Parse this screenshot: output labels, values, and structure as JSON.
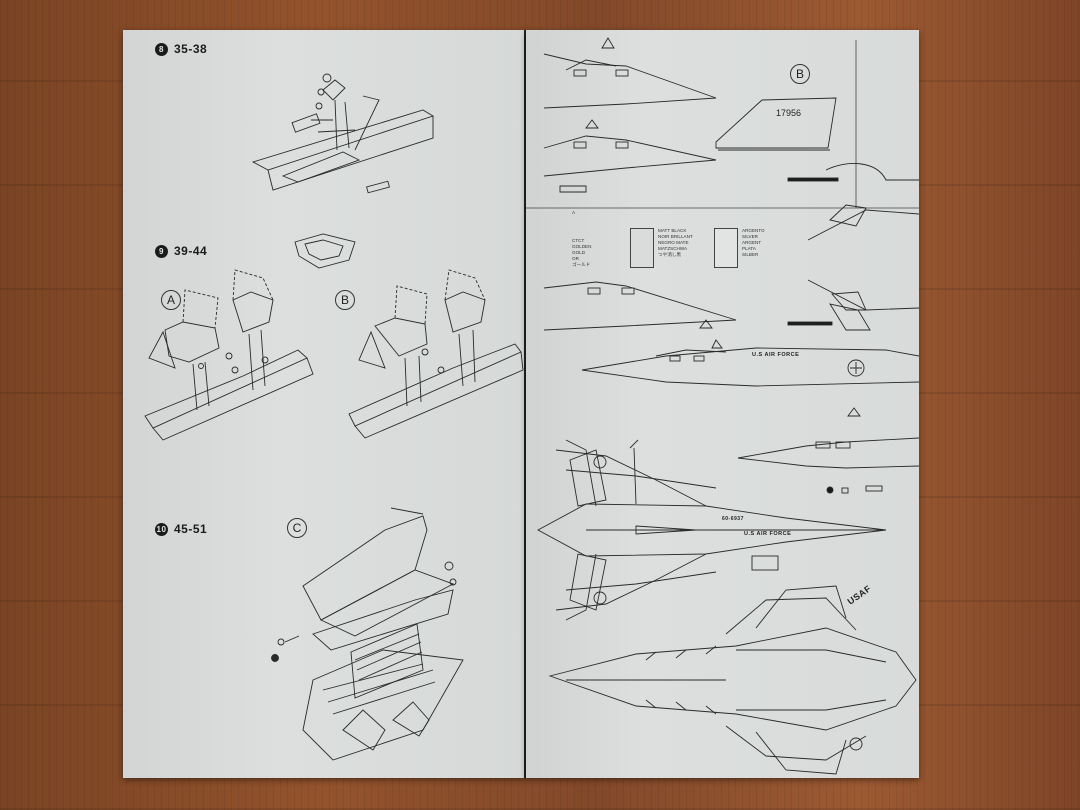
{
  "steps": [
    {
      "number": "8",
      "range": "35-38"
    },
    {
      "number": "9",
      "range": "39-44"
    },
    {
      "number": "10",
      "range": "45-51"
    }
  ],
  "views": [
    "A",
    "B",
    "C",
    "B"
  ],
  "tail_number": "17956",
  "markings": {
    "air_force": "U.S AIR FORCE",
    "usaf": "USAF",
    "serial": "60-6937"
  },
  "color_legend": {
    "marker": "A",
    "left": "CTCT\nGOLDEN\nGOLD\nOR\nゴールド",
    "mid": "MATT BLACK\nNOIR BRILLANT\nNEGRO MATE\nMATZSCHWA\nつや消し黒",
    "right": "ARGENTO\nSILVER\nARGENT\nPLATA\nSILBER"
  },
  "colors": {
    "paper": "#d9dcdb",
    "ink": "#1b1b1b",
    "wood": "#8a4c29"
  }
}
